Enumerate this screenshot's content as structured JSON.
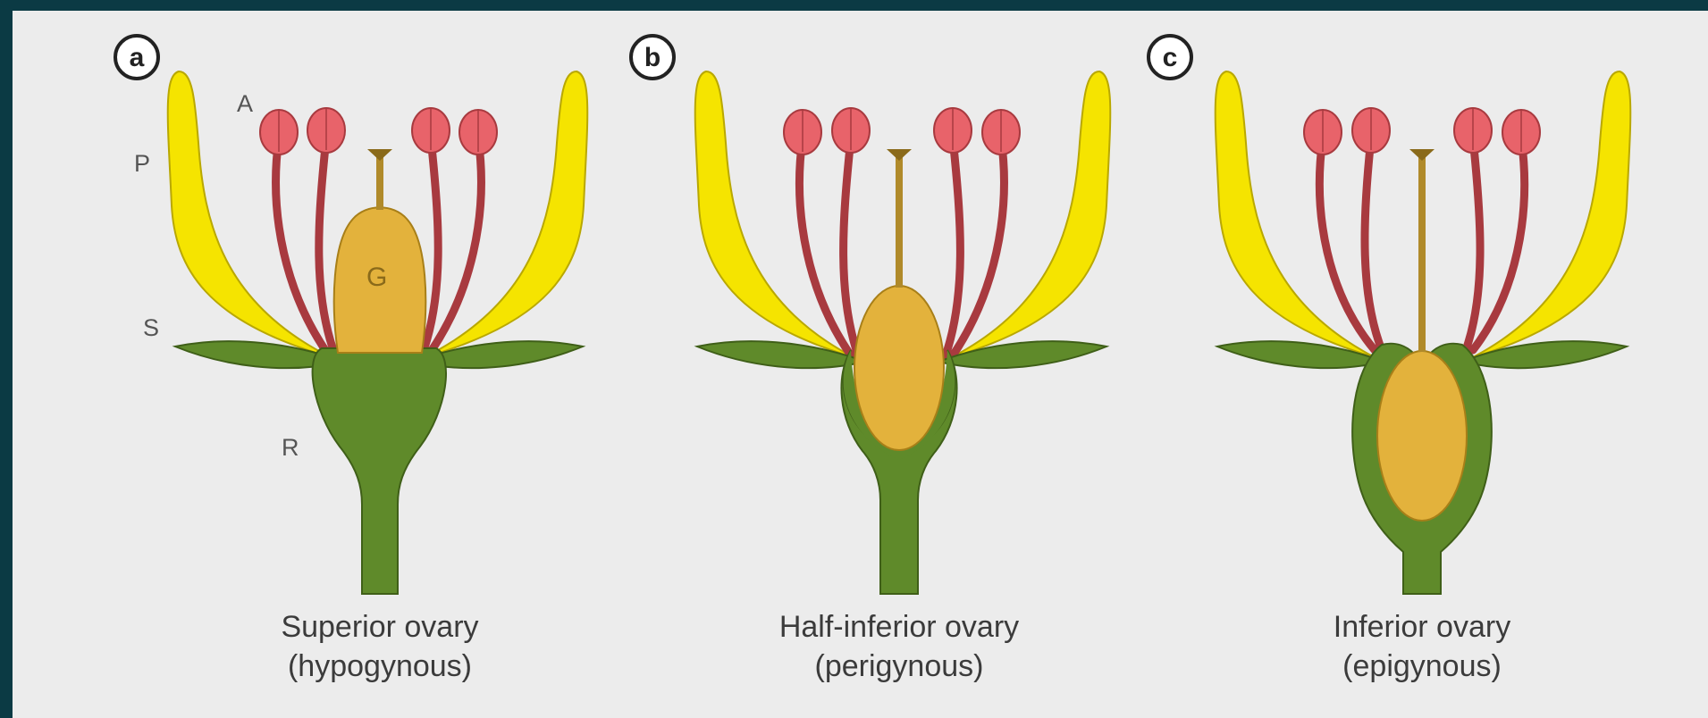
{
  "figures": [
    {
      "badge": "a",
      "caption_line1": "Superior ovary",
      "caption_line2": "(hypogynous)"
    },
    {
      "badge": "b",
      "caption_line1": "Half-inferior ovary",
      "caption_line2": "(perigynous)"
    },
    {
      "badge": "c",
      "caption_line1": "Inferior ovary",
      "caption_line2": "(epigynous)"
    }
  ],
  "part_labels": {
    "anther": "A",
    "petal": "P",
    "sepal": "S",
    "receptacle": "R",
    "gynoecium": "G"
  },
  "colors": {
    "background_frame": "#0b3a44",
    "panel": "#ececec",
    "petal": "#f5e400",
    "anther": "#e8636a",
    "filament": "#a83a3f",
    "ovary": "#e3b23c",
    "style": "#b08a2a",
    "receptacle": "#5f8a2a",
    "sepal": "#5f8a2a"
  }
}
